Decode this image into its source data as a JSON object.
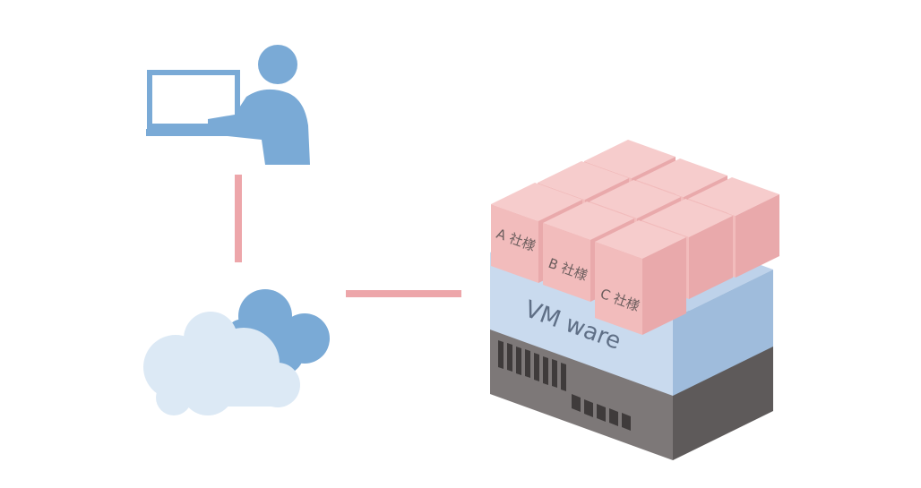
{
  "labels": {
    "tenant_a": "A 社様",
    "tenant_b": "B 社様",
    "tenant_c": "C 社様",
    "hypervisor": "VM ware"
  },
  "colors": {
    "person": "#7aaad6",
    "cloud_front": "#dce9f5",
    "cloud_back": "#7aaad6",
    "connector": "#eda6aa",
    "vm_top": "#f6cccc",
    "vm_left": "#f2bcbc",
    "vm_right": "#e9a9ab",
    "vmware_top": "#bed2ea",
    "vmware_left": "#c9daee",
    "vmware_right": "#9fbcdc",
    "server_top": "#8a8585",
    "server_left": "#7d7878",
    "server_right": "#5e5a5a"
  },
  "icons": [
    "laptop-icon",
    "person-icon",
    "cloud-icon",
    "server-icon"
  ]
}
